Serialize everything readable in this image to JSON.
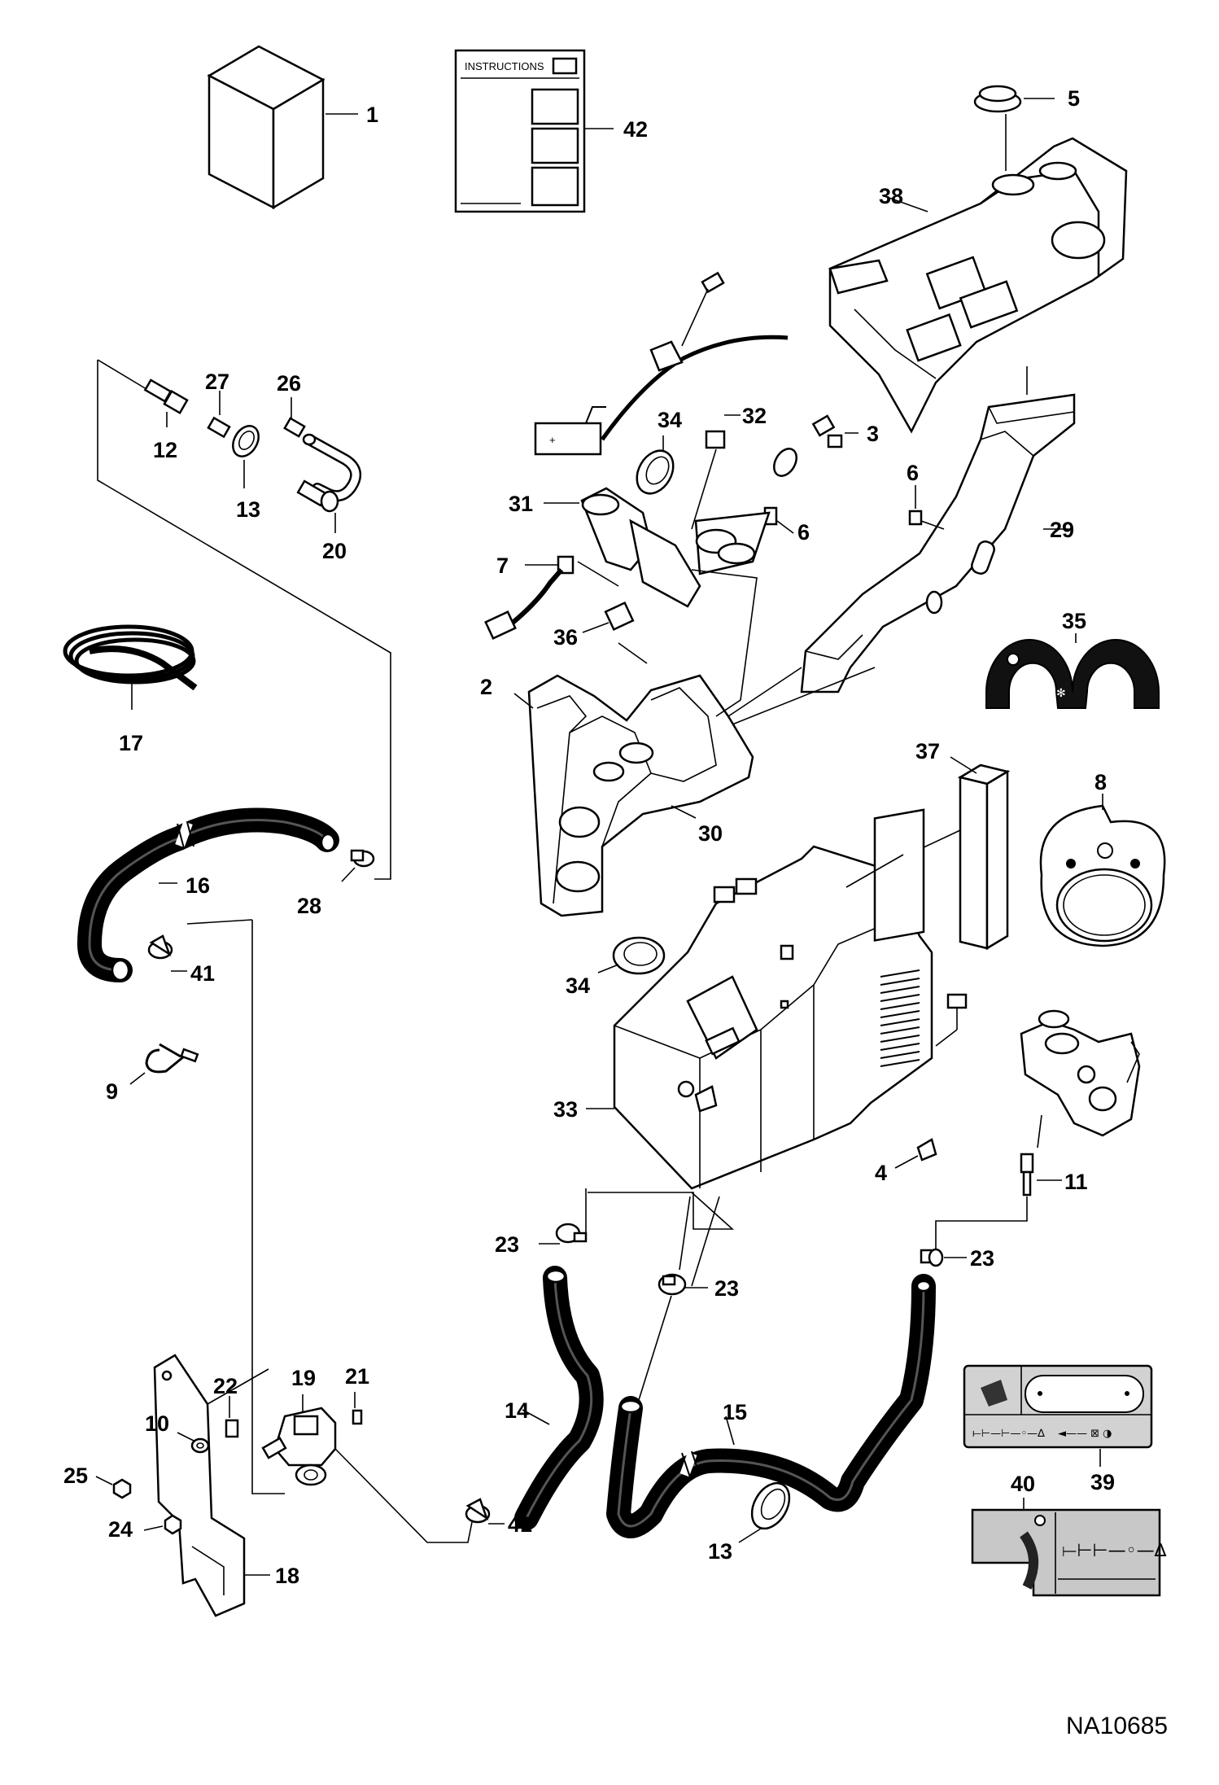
{
  "instructions_title": "INSTRUCTIONS",
  "document_id": "NA10685",
  "callouts": {
    "c1": "1",
    "c2": "2",
    "c3": "3",
    "c4": "4",
    "c5": "5",
    "c6a": "6",
    "c6b": "6",
    "c7": "7",
    "c8": "8",
    "c9": "9",
    "c10": "10",
    "c11": "11",
    "c12": "12",
    "c13a": "13",
    "c13b": "13",
    "c14": "14",
    "c15": "15",
    "c16": "16",
    "c17": "17",
    "c18": "18",
    "c19": "19",
    "c20": "20",
    "c21": "21",
    "c22": "22",
    "c23a": "23",
    "c23b": "23",
    "c23c": "23",
    "c24": "24",
    "c25": "25",
    "c26": "26",
    "c27": "27",
    "c28": "28",
    "c29": "29",
    "c30": "30",
    "c31": "31",
    "c32": "32",
    "c33": "33",
    "c34a": "34",
    "c34b": "34",
    "c35": "35",
    "c36": "36",
    "c37": "37",
    "c38": "38",
    "c39": "39",
    "c40": "40",
    "c41a": "41",
    "c41b": "41",
    "c42": "42"
  },
  "colors": {
    "line": "#000000",
    "decal_grey": "#c8c8c8",
    "background": "#ffffff"
  }
}
